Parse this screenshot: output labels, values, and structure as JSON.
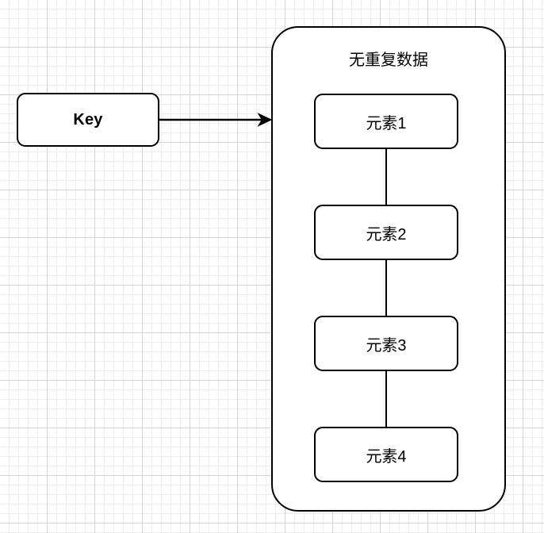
{
  "diagram": {
    "title": "无重复数据",
    "key_node": {
      "label": "Key"
    },
    "container": {
      "title": "无重复数据",
      "elements": [
        {
          "label": "元素1"
        },
        {
          "label": "元素2"
        },
        {
          "label": "元素3"
        },
        {
          "label": "元素4"
        }
      ]
    },
    "edges": [
      {
        "name": "key-to-set",
        "from": "Key",
        "to": "无重复数据",
        "style": "solid-arrow"
      },
      {
        "name": "element-1-to-2",
        "from": "元素1",
        "to": "元素2",
        "style": "solid-line"
      },
      {
        "name": "element-2-to-3",
        "from": "元素2",
        "to": "元素3",
        "style": "solid-line"
      },
      {
        "name": "element-3-to-4",
        "from": "元素3",
        "to": "元素4",
        "style": "solid-line"
      }
    ],
    "colors": {
      "stroke": "#000000",
      "fill": "#ffffff",
      "text": "#000000",
      "grid_minor": "#ededed",
      "grid_major": "#d4d4d4",
      "canvas": "#ffffff"
    }
  }
}
